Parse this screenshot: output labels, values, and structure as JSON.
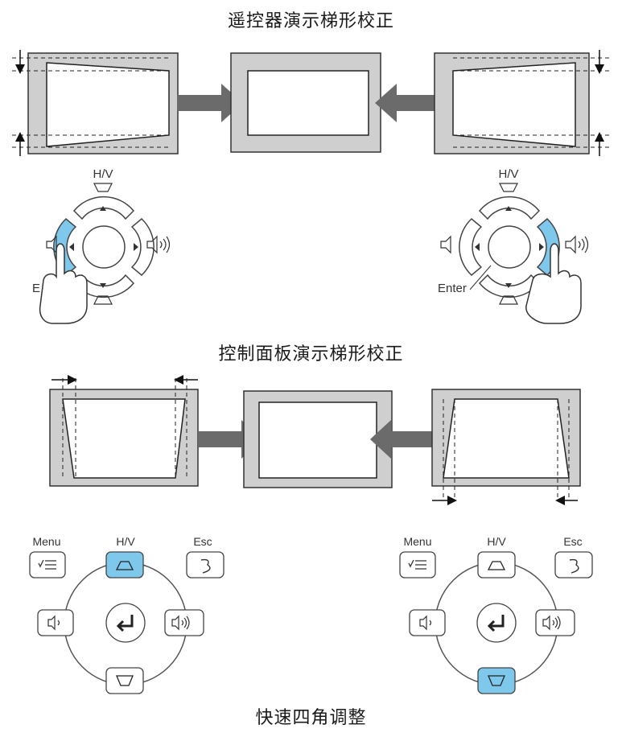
{
  "sections": {
    "remote_title": "遥控器演示梯形校正",
    "panel_title": "控制面板演示梯形校正",
    "quick_title": "快速四角调整"
  },
  "remote": {
    "hv_label": "H/V",
    "enter_label_left": "E",
    "enter_label_right": "Enter"
  },
  "panel": {
    "left": {
      "menu_label": "Menu",
      "hv_label": "H/V",
      "esc_label": "Esc"
    },
    "right": {
      "menu_label": "Menu",
      "hv_label": "H/V",
      "esc_label": "Esc"
    }
  },
  "colors": {
    "highlight": "#7ec8ec",
    "screen_gray": "#cfcfcf",
    "arrow_gray": "#6b6b6b"
  }
}
